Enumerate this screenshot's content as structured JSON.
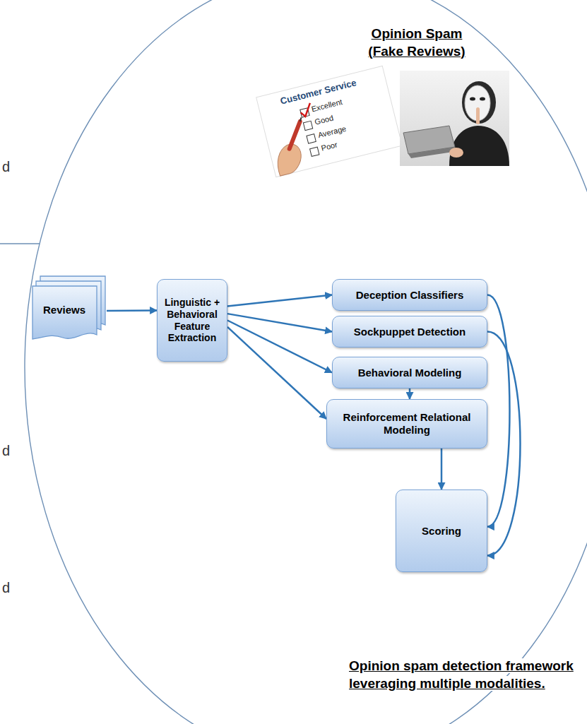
{
  "diagram": {
    "title": "Opinion Spam (Fake Reviews)",
    "caption": "Opinion spam detection framework leveraging multiple modalities.",
    "nodes": [
      {
        "text": [
          "Reviews"
        ]
      },
      {
        "text": [
          "Linguistic + Behavioral Feature Extraction"
        ]
      },
      {
        "text": [
          "Deception Classifiers"
        ]
      },
      {
        "text": [
          "Sockpuppet Detection"
        ]
      },
      {
        "text": [
          "Behavioral Modeling"
        ]
      },
      {
        "text": [
          "Reinforcement Relational Modeling"
        ]
      },
      {
        "text": [
          "Scoring"
        ]
      }
    ],
    "edges": [
      {
        "from": 0,
        "to": 1,
        "arrow": "to"
      },
      {
        "from": 1,
        "to": 2,
        "arrow": "to"
      },
      {
        "from": 1,
        "to": 3,
        "arrow": "to"
      },
      {
        "from": 1,
        "to": 4,
        "arrow": "to"
      },
      {
        "from": 1,
        "to": 5,
        "arrow": "to"
      },
      {
        "from": 4,
        "to": 5,
        "arrow": "to"
      },
      {
        "from": 5,
        "to": 6,
        "arrow": "to"
      },
      {
        "from": 2,
        "to": 6,
        "arrow": "to"
      },
      {
        "from": 3,
        "to": 6,
        "arrow": "to"
      }
    ],
    "labels": [
      "Customer Service",
      "Excellent",
      "Good",
      "Average",
      "Poor",
      "d",
      "d",
      "d"
    ]
  }
}
